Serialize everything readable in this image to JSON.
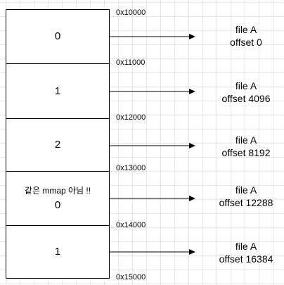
{
  "blocks": [
    {
      "index": "0",
      "note": ""
    },
    {
      "index": "1",
      "note": ""
    },
    {
      "index": "2",
      "note": ""
    },
    {
      "index": "0",
      "note": "같은 mmap 아님 !!"
    },
    {
      "index": "1",
      "note": ""
    }
  ],
  "addresses": [
    "0x10000",
    "0x11000",
    "0x12000",
    "0x13000",
    "0x14000",
    "0x15000"
  ],
  "targets": [
    {
      "file": "file A",
      "offset": "offset 0"
    },
    {
      "file": "file A",
      "offset": "offset 4096"
    },
    {
      "file": "file A",
      "offset": "offset 8192"
    },
    {
      "file": "file A",
      "offset": "offset 12288"
    },
    {
      "file": "file A",
      "offset": "offset 16384"
    }
  ]
}
